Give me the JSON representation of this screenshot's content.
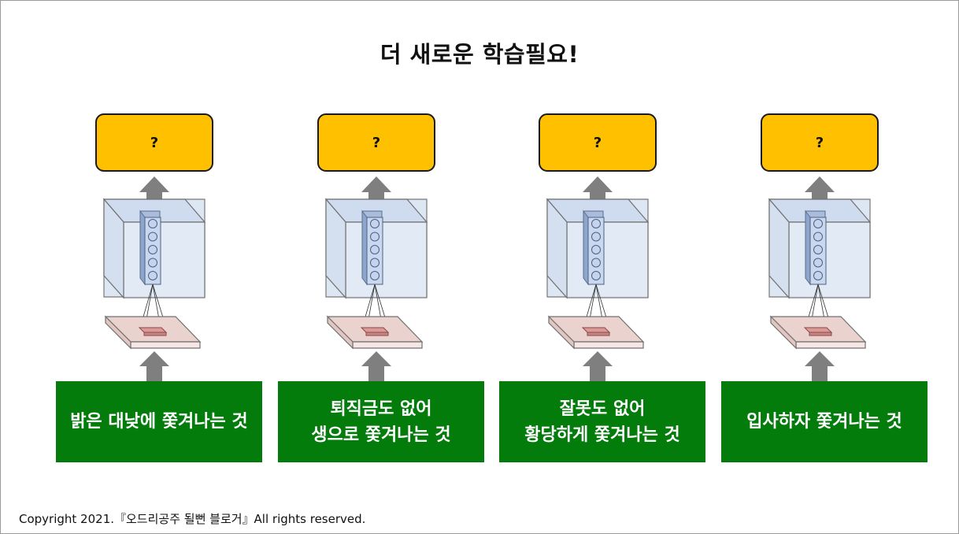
{
  "title": "더 새로운 학습필요!",
  "columns": [
    {
      "output_label": "?",
      "input_lines": [
        "밝은 대낮에 쫓겨나는 것"
      ]
    },
    {
      "output_label": "?",
      "input_lines": [
        "퇴직금도 없어",
        "생으로 쫓겨나는 것"
      ]
    },
    {
      "output_label": "?",
      "input_lines": [
        "잘못도 없어",
        "황당하게 쫓겨나는 것"
      ]
    },
    {
      "output_label": "?",
      "input_lines": [
        "입사하자 쫓겨나는 것"
      ]
    }
  ],
  "colors": {
    "output_box": "#ffc000",
    "input_box": "#037c0c",
    "arrow": "#7f7f7f",
    "cube_face": "#dce6f4",
    "neuron_fill": "#c9d8ee",
    "layer_plane": "#ead2cf"
  },
  "copyright": "Copyright 2021.『오드리공주 될뻔 블로거』All rights reserved."
}
